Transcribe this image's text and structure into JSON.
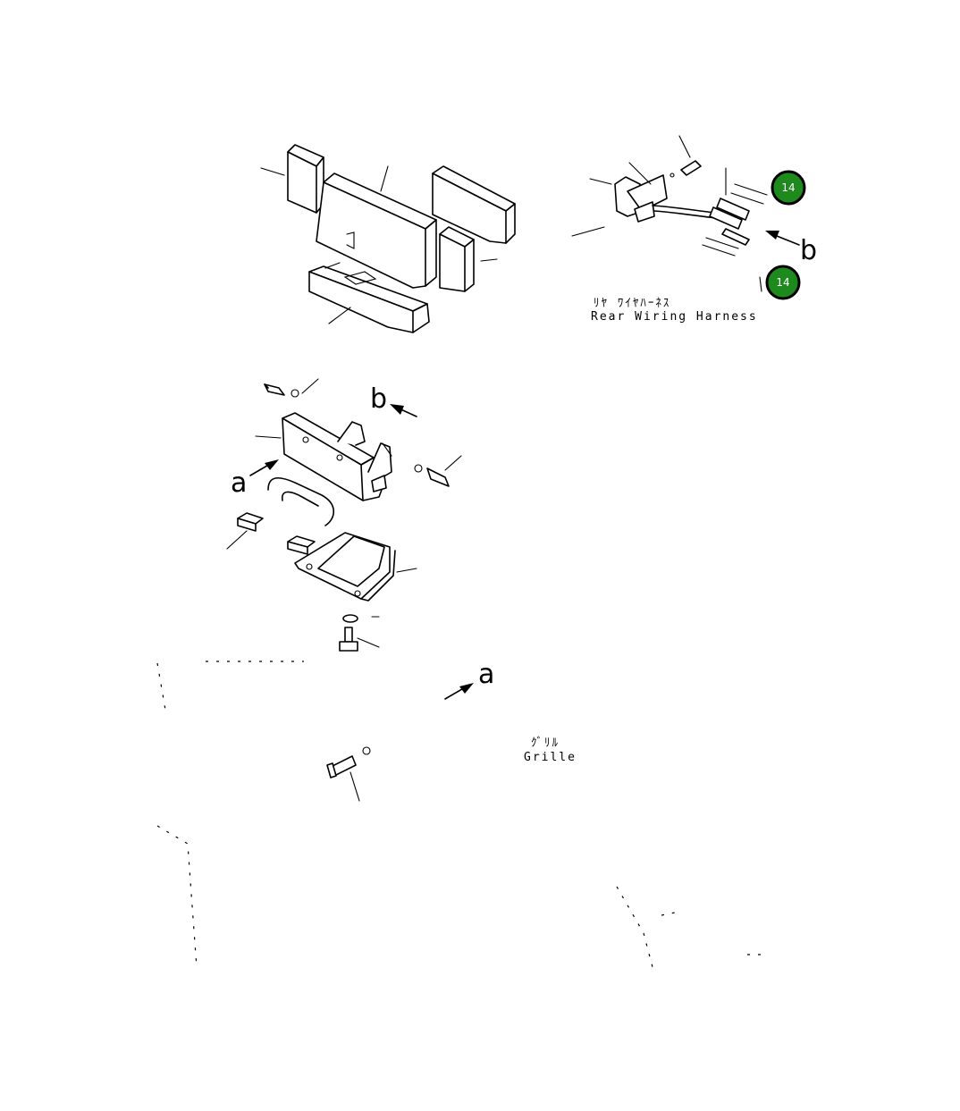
{
  "diagram": {
    "labels": {
      "a": "a",
      "b": "b"
    },
    "captions": {
      "harness_jp": "ﾘﾔ ﾜｲﾔﾊｰﾈｽ",
      "harness_en": "Rear Wiring Harness",
      "grille_jp": "ｸﾞﾘﾙ",
      "grille_en": "Grille"
    },
    "callouts": [
      {
        "id": "14-top",
        "label": "14"
      },
      {
        "id": "14-bottom",
        "label": "14"
      }
    ],
    "colors": {
      "callout_fill": "#1e8a1e",
      "line": "#000000"
    }
  }
}
